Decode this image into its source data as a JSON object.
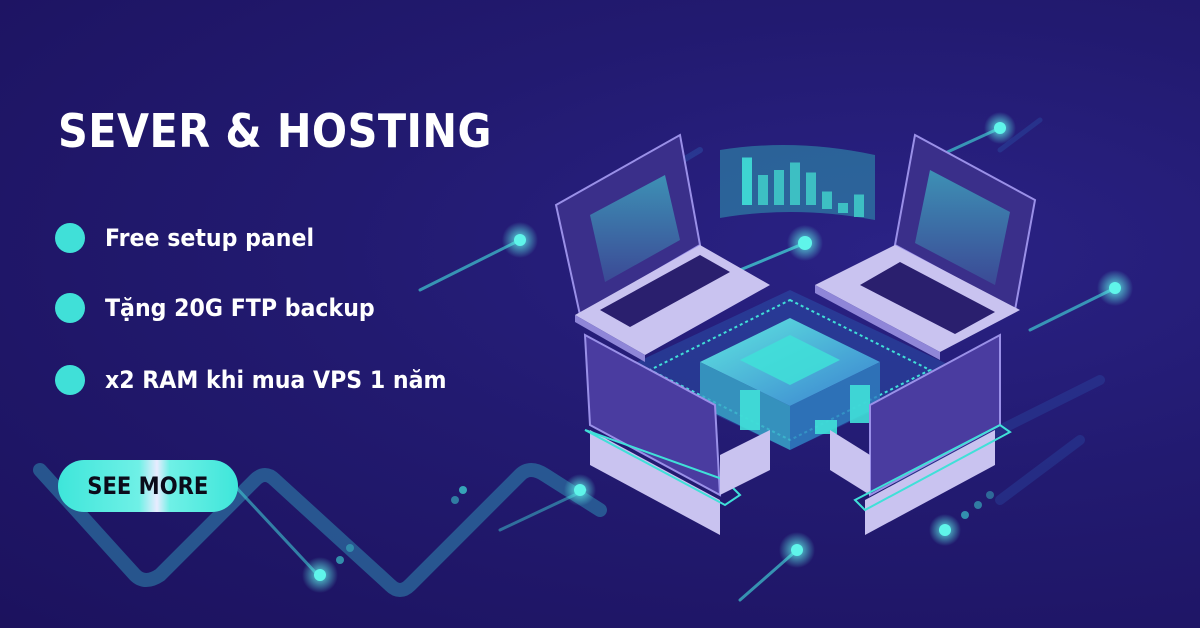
{
  "banner": {
    "title": "SEVER & HOSTING",
    "features": [
      {
        "label": "Free setup panel"
      },
      {
        "label": "Tặng 20G FTP backup"
      },
      {
        "label": "x2 RAM khi mua VPS 1 năm"
      }
    ],
    "cta_label": "SEE MORE"
  },
  "colors": {
    "background": "#221a70",
    "accent": "#40e0d8",
    "laptop_lid": "#4a3ca0",
    "laptop_body": "#c9c3f0",
    "text": "#ffffff"
  },
  "illustration": {
    "holo_chart_bars": [
      0.95,
      0.6,
      0.7,
      0.85,
      0.65,
      0.35,
      0.2,
      0.45
    ]
  }
}
